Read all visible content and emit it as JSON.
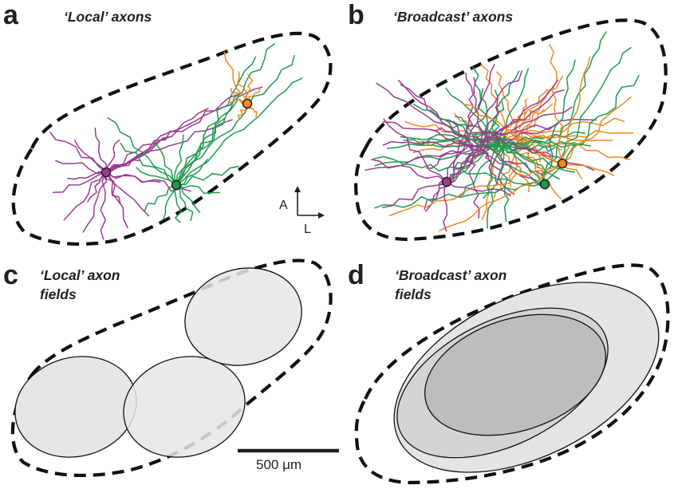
{
  "colors": {
    "magenta": "#9b3a8f",
    "green": "#1e9a4f",
    "orange": "#ee8a22",
    "field_light": "#e6e6e6",
    "field_mid": "#d2d2d2",
    "field_dark": "#b9b9b9",
    "boundary": "#111111",
    "text": "#231f20"
  },
  "panels": [
    {
      "letter": "a",
      "title": "‘Local’ axons"
    },
    {
      "letter": "b",
      "title": "‘Broadcast’ axons"
    },
    {
      "letter": "c",
      "title_line1": "‘Local’ axon",
      "title_line2": "fields"
    },
    {
      "letter": "d",
      "title_line1": "‘Broadcast’ axon",
      "title_line2": "fields"
    }
  ],
  "orientation": {
    "anterior": "A",
    "lateral": "L"
  },
  "scale_bar": {
    "label": "500 μm"
  },
  "neurons": {
    "local": [
      "magenta",
      "green",
      "orange"
    ],
    "broadcast": [
      "magenta",
      "green",
      "orange"
    ]
  }
}
